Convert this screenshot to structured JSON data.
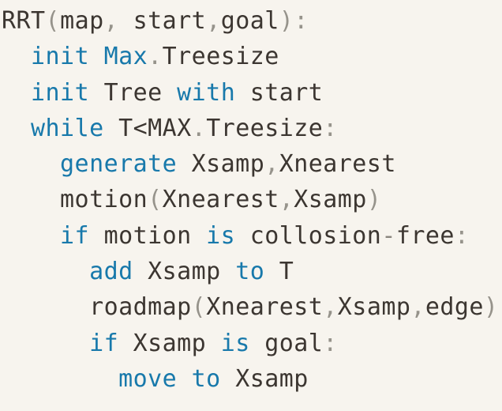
{
  "code_block": {
    "language": "pseudocode",
    "algorithm": "RRT",
    "colors": {
      "background": "#f7f4ee",
      "keyword": "#1879ab",
      "plain": "#3c3631",
      "punct": "#96938b",
      "operator": "#8a867f"
    },
    "lines": [
      {
        "indent": 0,
        "tokens": [
          [
            "plain",
            "RRT"
          ],
          [
            "punct",
            "("
          ],
          [
            "plain",
            "map"
          ],
          [
            "punct",
            ","
          ],
          [
            "plain",
            " start"
          ],
          [
            "punct",
            ","
          ],
          [
            "plain",
            "goal"
          ],
          [
            "punct",
            "):"
          ]
        ]
      },
      {
        "indent": 2,
        "tokens": [
          [
            "keyword",
            "init"
          ],
          [
            "plain",
            " "
          ],
          [
            "keyword",
            "Max"
          ],
          [
            "punct",
            "."
          ],
          [
            "plain",
            "Treesize"
          ]
        ]
      },
      {
        "indent": 2,
        "tokens": [
          [
            "keyword",
            "init"
          ],
          [
            "plain",
            " Tree "
          ],
          [
            "keyword",
            "with"
          ],
          [
            "plain",
            " start"
          ]
        ]
      },
      {
        "indent": 2,
        "tokens": [
          [
            "keyword",
            "while"
          ],
          [
            "plain",
            " T"
          ],
          [
            "plain",
            "<"
          ],
          [
            "plain",
            "MAX"
          ],
          [
            "punct",
            "."
          ],
          [
            "plain",
            "Treesize"
          ],
          [
            "punct",
            ":"
          ]
        ]
      },
      {
        "indent": 4,
        "tokens": [
          [
            "keyword",
            "generate"
          ],
          [
            "plain",
            " Xsamp"
          ],
          [
            "punct",
            ","
          ],
          [
            "plain",
            "Xnearest"
          ]
        ]
      },
      {
        "indent": 4,
        "tokens": [
          [
            "plain",
            "motion"
          ],
          [
            "punct",
            "("
          ],
          [
            "plain",
            "Xnearest"
          ],
          [
            "punct",
            ","
          ],
          [
            "plain",
            "Xsamp"
          ],
          [
            "punct",
            ")"
          ]
        ]
      },
      {
        "indent": 4,
        "tokens": [
          [
            "keyword",
            "if"
          ],
          [
            "plain",
            " motion "
          ],
          [
            "keyword",
            "is"
          ],
          [
            "plain",
            " collosion"
          ],
          [
            "operator",
            "-"
          ],
          [
            "plain",
            "free"
          ],
          [
            "punct",
            ":"
          ]
        ]
      },
      {
        "indent": 6,
        "tokens": [
          [
            "keyword",
            "add"
          ],
          [
            "plain",
            " Xsamp "
          ],
          [
            "keyword",
            "to"
          ],
          [
            "plain",
            " T"
          ]
        ]
      },
      {
        "indent": 6,
        "tokens": [
          [
            "plain",
            "roadmap"
          ],
          [
            "punct",
            "("
          ],
          [
            "plain",
            "Xnearest"
          ],
          [
            "punct",
            ","
          ],
          [
            "plain",
            "Xsamp"
          ],
          [
            "punct",
            ","
          ],
          [
            "plain",
            "edge"
          ],
          [
            "punct",
            ")"
          ]
        ]
      },
      {
        "indent": 6,
        "tokens": [
          [
            "keyword",
            "if"
          ],
          [
            "plain",
            " Xsamp "
          ],
          [
            "keyword",
            "is"
          ],
          [
            "plain",
            " goal"
          ],
          [
            "punct",
            ":"
          ]
        ]
      },
      {
        "indent": 8,
        "tokens": [
          [
            "keyword",
            "move"
          ],
          [
            "plain",
            " "
          ],
          [
            "keyword",
            "to"
          ],
          [
            "plain",
            " Xsamp"
          ]
        ]
      }
    ]
  }
}
